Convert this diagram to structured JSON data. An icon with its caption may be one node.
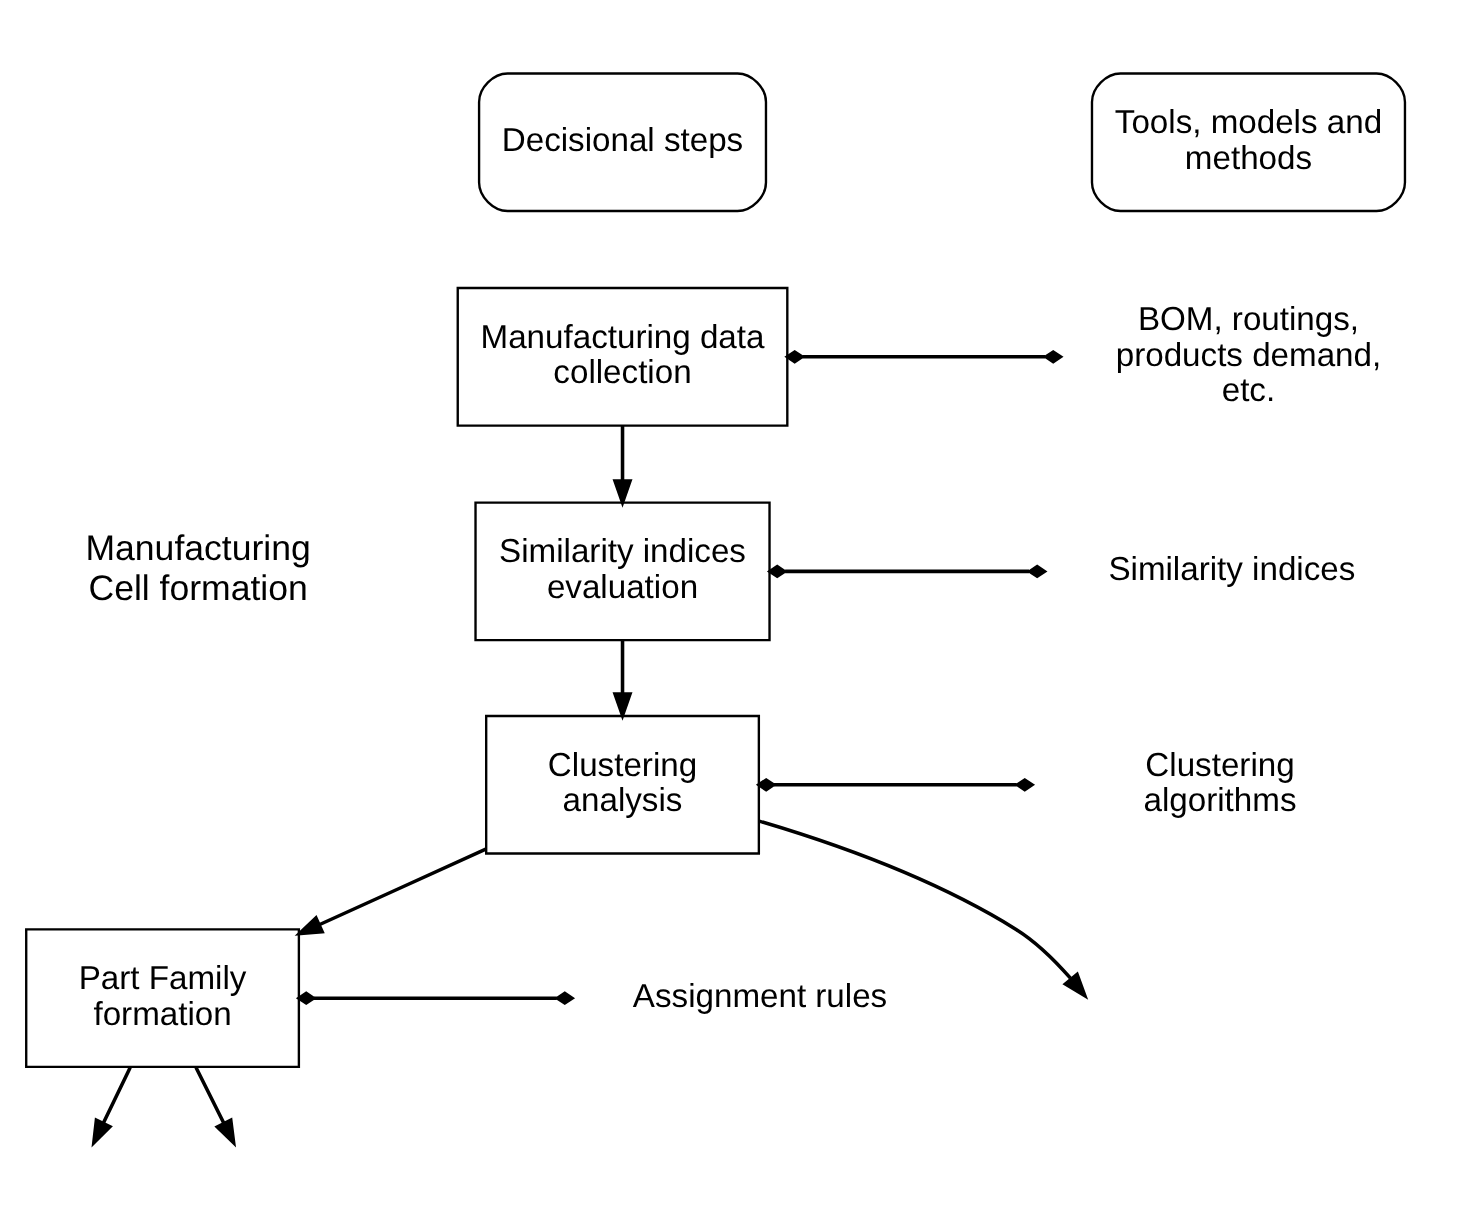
{
  "diagram": {
    "nodes": [
      {
        "text": [
          "Decisional steps"
        ]
      },
      {
        "text": [
          "Tools, models and methods"
        ]
      },
      {
        "text": [
          "Manufacturing data collection"
        ]
      },
      {
        "text": [
          "BOM, routings, products demand, etc."
        ]
      },
      {
        "text": [
          "Similarity indices evaluation"
        ]
      },
      {
        "text": [
          "Similarity indices"
        ]
      },
      {
        "text": [
          "Clustering analysis"
        ]
      },
      {
        "text": [
          "Clustering algorithms"
        ]
      },
      {
        "text": [
          "Part Family formation"
        ]
      },
      {
        "text": [
          "Assignment rules"
        ]
      }
    ],
    "edges": [
      {
        "from": 2,
        "to": 3,
        "arrow": "other"
      },
      {
        "from": 2,
        "to": 4,
        "arrow": "to"
      },
      {
        "from": 4,
        "to": 5,
        "arrow": "other"
      },
      {
        "from": 4,
        "to": 6,
        "arrow": "to"
      },
      {
        "from": 6,
        "to": 7,
        "arrow": "other"
      },
      {
        "from": 6,
        "to": 8,
        "arrow": "to"
      },
      {
        "from": 6,
        "to": null,
        "arrow": "to"
      },
      {
        "from": 8,
        "to": 9,
        "arrow": "other"
      },
      {
        "from": 8,
        "to": null,
        "arrow": "to"
      },
      {
        "from": 8,
        "to": null,
        "arrow": "to"
      }
    ],
    "labels": [
      "Manufacturing Cell formation"
    ]
  }
}
